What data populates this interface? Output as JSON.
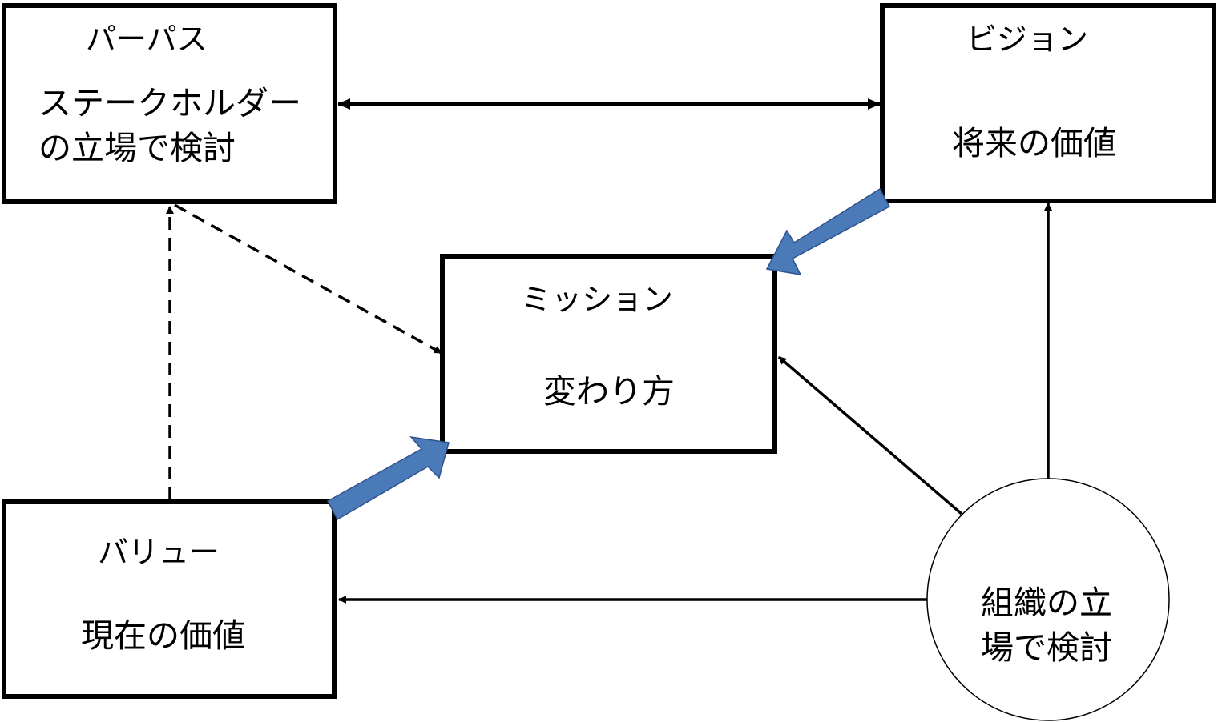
{
  "nodes": {
    "purpose": {
      "title": "パーパス",
      "line1": "ステークホルダー",
      "line2": "の立場で検討"
    },
    "vision": {
      "title": "ビジョン",
      "line1": "将来の価値"
    },
    "mission": {
      "title": "ミッション",
      "line1": "変わり方"
    },
    "value": {
      "title": "バリュー",
      "line1": "現在の価値"
    },
    "organization": {
      "line1": "組織の立",
      "line2": "場で検討"
    }
  },
  "colors": {
    "box_border": "#000000",
    "thick_arrow_fill": "#4a7ab8",
    "thick_arrow_stroke": "#2f528f",
    "line": "#000000"
  }
}
